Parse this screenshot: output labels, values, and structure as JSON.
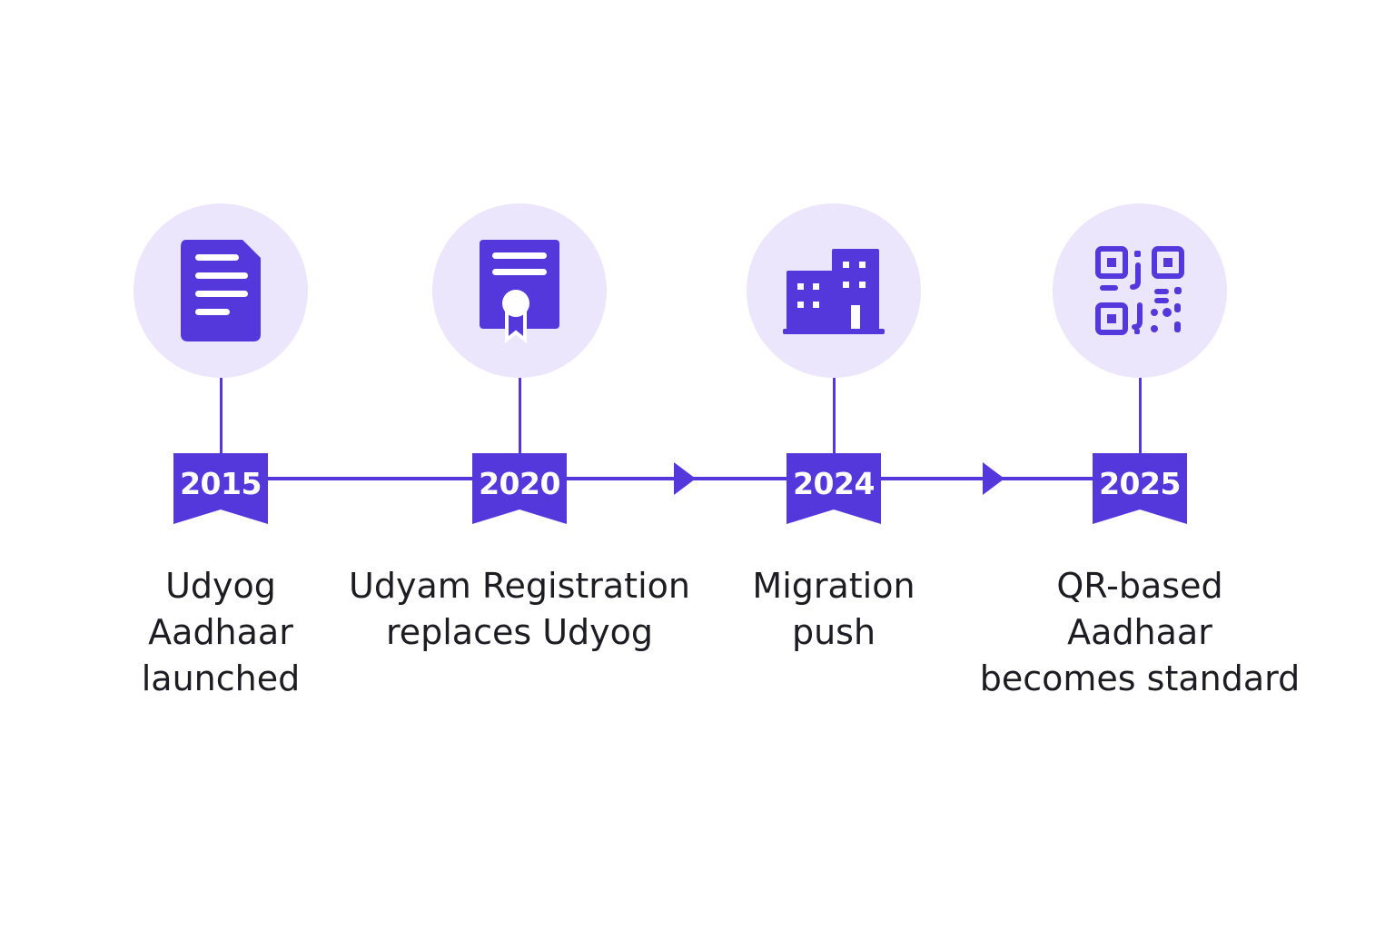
{
  "theme": {
    "accent": "#5438dc",
    "circle_fill": "#ebe6fb",
    "text": "#1c1c22",
    "background": "#ffffff"
  },
  "milestones": [
    {
      "year": "2015",
      "label": "Udyog\nAadhaar\nlaunched",
      "icon": "document-icon"
    },
    {
      "year": "2020",
      "label": "Udyam Registration\nreplaces Udyog",
      "icon": "certificate-icon"
    },
    {
      "year": "2024",
      "label": "Migration\npush",
      "icon": "building-icon"
    },
    {
      "year": "2025",
      "label": "QR-based\nAadhaar\nbecomes standard",
      "icon": "qr-code-icon"
    }
  ]
}
